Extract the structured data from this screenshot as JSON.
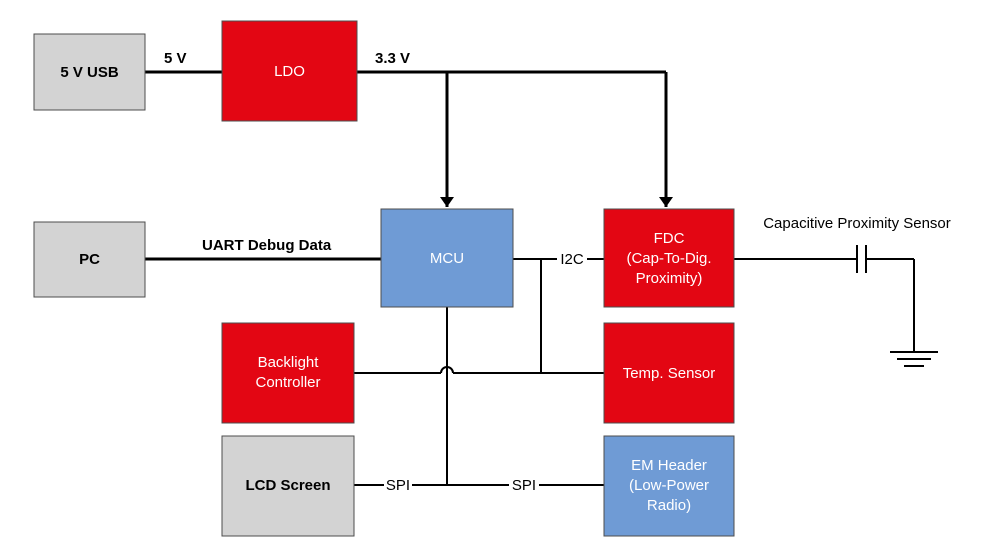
{
  "colors": {
    "red": "#e30613",
    "gray": "#d3d3d3",
    "blue": "#6f9bd5",
    "wire": "#000000"
  },
  "blocks": {
    "usb": {
      "lines": [
        "5 V USB"
      ]
    },
    "ldo": {
      "lines": [
        "LDO"
      ]
    },
    "pc": {
      "lines": [
        "PC"
      ]
    },
    "mcu": {
      "lines": [
        "MCU"
      ]
    },
    "fdc": {
      "lines": [
        "FDC",
        "(Cap-To-Dig.",
        "Proximity)"
      ]
    },
    "backlight": {
      "lines": [
        "Backlight",
        "Controller"
      ]
    },
    "temp": {
      "lines": [
        "Temp. Sensor"
      ]
    },
    "lcd": {
      "lines": [
        "LCD Screen"
      ]
    },
    "em": {
      "lines": [
        "EM Header",
        "(Low-Power",
        "Radio)"
      ]
    }
  },
  "labels": {
    "v5": "5 V",
    "v33": "3.3 V",
    "uart": "UART Debug Data",
    "i2c": "I2C",
    "spi_lcd": "SPI",
    "spi_em": "SPI",
    "sensor": "Capacitive Proximity Sensor"
  }
}
